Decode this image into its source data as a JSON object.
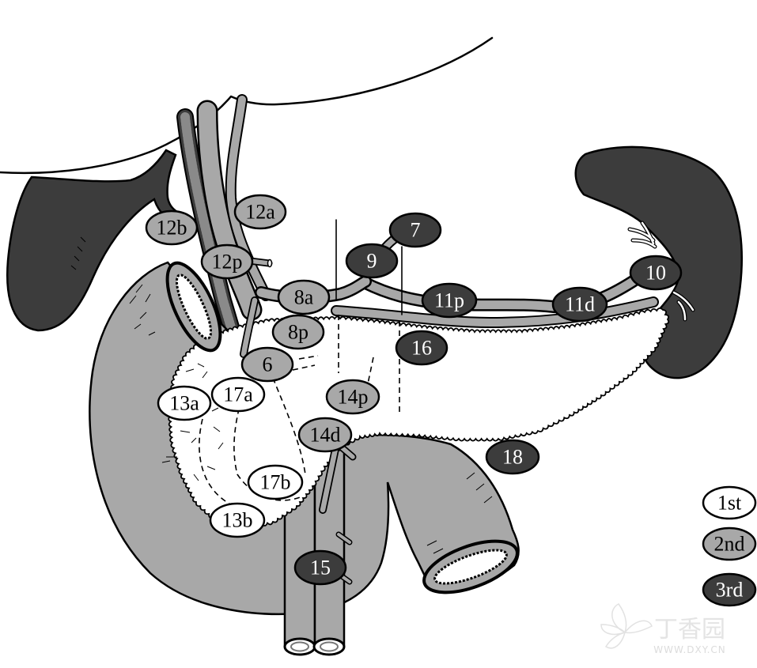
{
  "stations": [
    {
      "label": "12a",
      "tier": 2
    },
    {
      "label": "12b",
      "tier": 2
    },
    {
      "label": "12p",
      "tier": 2
    },
    {
      "label": "7",
      "tier": 3
    },
    {
      "label": "9",
      "tier": 3
    },
    {
      "label": "10",
      "tier": 3
    },
    {
      "label": "8a",
      "tier": 2
    },
    {
      "label": "11p",
      "tier": 3
    },
    {
      "label": "11d",
      "tier": 3
    },
    {
      "label": "8p",
      "tier": 2
    },
    {
      "label": "16",
      "tier": 3
    },
    {
      "label": "6",
      "tier": 2
    },
    {
      "label": "13a",
      "tier": 1
    },
    {
      "label": "17a",
      "tier": 1
    },
    {
      "label": "14p",
      "tier": 2
    },
    {
      "label": "14d",
      "tier": 2
    },
    {
      "label": "18",
      "tier": 3
    },
    {
      "label": "17b",
      "tier": 1
    },
    {
      "label": "13b",
      "tier": 1
    },
    {
      "label": "15",
      "tier": 3
    }
  ],
  "legend": [
    {
      "label": "1st",
      "tier": 1
    },
    {
      "label": "2nd",
      "tier": 2
    },
    {
      "label": "3rd",
      "tier": 3
    }
  ],
  "colors": {
    "tier_1": "#ffffff",
    "tier_2": "#a8a8a8",
    "tier_3": "#3c3c3c",
    "text_on_dark": "#ffffff",
    "text_on_light": "#000000",
    "tissue": "#a8a8a8",
    "dark_organ": "#3c3c3c",
    "outline": "#000000"
  },
  "watermark": {
    "brand": "丁香园",
    "site": "WWW.DXY.CN"
  }
}
